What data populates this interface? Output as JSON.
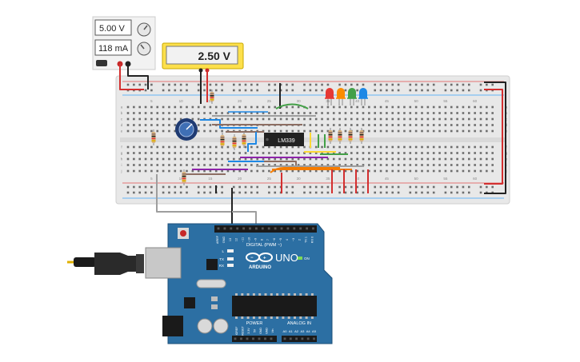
{
  "power_supply": {
    "voltage": "5.00 V",
    "current": "118 mA"
  },
  "multimeter": {
    "reading": "2.50 V"
  },
  "ic": {
    "label": "LM339"
  },
  "breadboard": {
    "column_numbers": [
      "5",
      "10",
      "15",
      "20",
      "25",
      "30",
      "35",
      "40",
      "45",
      "50",
      "55",
      "60"
    ],
    "row_letters": [
      "a",
      "b",
      "c",
      "d",
      "e",
      "f",
      "g",
      "h",
      "i",
      "j"
    ]
  },
  "leds": {
    "colors": [
      "#e53935",
      "#fb8c00",
      "#43a047",
      "#1e88e5"
    ]
  },
  "arduino": {
    "brand": "ARDUINO",
    "model": "UNO",
    "digital_label": "DIGITAL (PWM ~)",
    "power_label": "POWER",
    "analog_label": "ANALOG IN",
    "on_label": "ON",
    "l_label": "L",
    "tx_label": "TX",
    "rx_label": "RX",
    "digital_pins": [
      "AREF",
      "GND",
      "13",
      "12",
      "~11",
      "~10",
      "~9",
      "8",
      "7",
      "~6",
      "~5",
      "4",
      "~3",
      "2",
      "TX 1",
      "RX 0"
    ],
    "power_pins": [
      "IOREF",
      "RESET",
      "3.3V",
      "5V",
      "GND",
      "GND",
      "Vin"
    ],
    "analog_pins": [
      "A0",
      "A1",
      "A2",
      "A3",
      "A4",
      "A5"
    ]
  },
  "colors": {
    "board_blue": "#2c6fa3",
    "breadboard": "#e6e6e6",
    "wire_red": "#d32f2f",
    "wire_black": "#222222",
    "wire_purple": "#8e24aa",
    "wire_orange": "#f57c00",
    "wire_yellow": "#fdd835",
    "wire_green": "#43a047",
    "wire_blue": "#1e88e5",
    "wire_gray": "#9e9e9e",
    "wire_brown": "#8d6e63",
    "display_yellow": "#fde04b"
  }
}
